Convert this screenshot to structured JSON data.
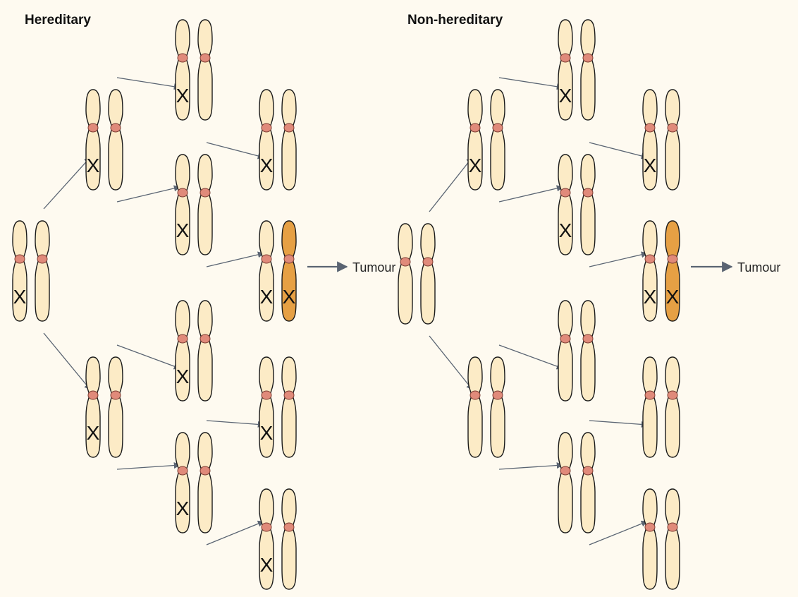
{
  "colors": {
    "background": "#fefaf0",
    "chromosome_fill": "#fcebc6",
    "tumour_fill": "#e6a044",
    "centromere": "#e08a7a",
    "outline": "#1a1a1a",
    "arrow": "#5a6472"
  },
  "mutation_mark": "X",
  "panels": [
    {
      "id": "hereditary",
      "title": "Hereditary",
      "tumour_label": "Tumour",
      "cells": [
        {
          "id": "root",
          "mutations": [
            "left"
          ],
          "tumour": false
        },
        {
          "id": "g1-top",
          "mutations": [
            "left"
          ],
          "tumour": false
        },
        {
          "id": "g1-bottom",
          "mutations": [
            "left"
          ],
          "tumour": false
        },
        {
          "id": "g2-a",
          "mutations": [
            "left"
          ],
          "tumour": false
        },
        {
          "id": "g2-b",
          "mutations": [
            "left"
          ],
          "tumour": false
        },
        {
          "id": "g2-c",
          "mutations": [
            "left"
          ],
          "tumour": false
        },
        {
          "id": "g2-d",
          "mutations": [
            "left"
          ],
          "tumour": false
        },
        {
          "id": "g3-a",
          "mutations": [
            "left"
          ],
          "tumour": false
        },
        {
          "id": "g3-b",
          "mutations": [
            "left",
            "right"
          ],
          "tumour": true
        },
        {
          "id": "g3-c",
          "mutations": [
            "left"
          ],
          "tumour": false
        },
        {
          "id": "g3-d",
          "mutations": [
            "left"
          ],
          "tumour": false
        }
      ]
    },
    {
      "id": "non-hereditary",
      "title": "Non-hereditary",
      "tumour_label": "Tumour",
      "cells": [
        {
          "id": "root",
          "mutations": [],
          "tumour": false
        },
        {
          "id": "g1-top",
          "mutations": [
            "left"
          ],
          "tumour": false
        },
        {
          "id": "g1-bottom",
          "mutations": [],
          "tumour": false
        },
        {
          "id": "g2-a",
          "mutations": [
            "left"
          ],
          "tumour": false
        },
        {
          "id": "g2-b",
          "mutations": [
            "left"
          ],
          "tumour": false
        },
        {
          "id": "g2-c",
          "mutations": [],
          "tumour": false
        },
        {
          "id": "g2-d",
          "mutations": [],
          "tumour": false
        },
        {
          "id": "g3-a",
          "mutations": [
            "left"
          ],
          "tumour": false
        },
        {
          "id": "g3-b",
          "mutations": [
            "left",
            "right"
          ],
          "tumour": true
        },
        {
          "id": "g3-c",
          "mutations": [],
          "tumour": false
        },
        {
          "id": "g3-d",
          "mutations": [],
          "tumour": false
        }
      ]
    }
  ]
}
